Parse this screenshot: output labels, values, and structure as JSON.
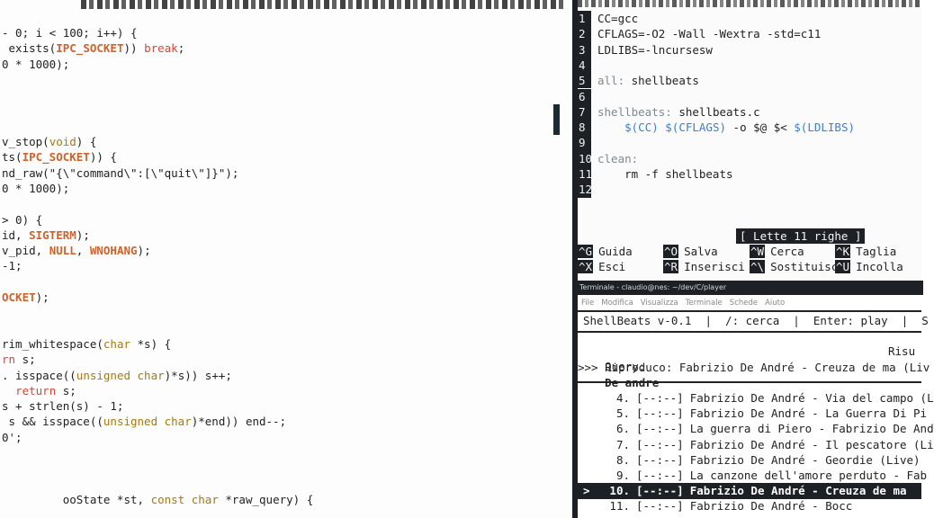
{
  "editor": {
    "lines": [
      [
        {
          "t": "- 0; i < 100; i++) {"
        }
      ],
      [
        {
          "t": " exists("
        },
        {
          "t": "IPC_SOCKET",
          "c": "m"
        },
        {
          "t": ")) "
        },
        {
          "t": "break",
          "c": "k"
        },
        {
          "t": ";"
        }
      ],
      [
        {
          "t": "0 * 1000);"
        }
      ],
      [],
      [],
      [],
      [],
      [
        {
          "t": "v_stop("
        },
        {
          "t": "void",
          "c": "t"
        },
        {
          "t": ") {"
        }
      ],
      [
        {
          "t": "ts("
        },
        {
          "t": "IPC_SOCKET",
          "c": "m"
        },
        {
          "t": ")) {"
        }
      ],
      [
        {
          "t": "nd_raw(\"{\\\"command\\\":[\\\"quit\\\"]}\");"
        }
      ],
      [
        {
          "t": "0 * 1000);"
        }
      ],
      [],
      [
        {
          "t": "> 0) {"
        }
      ],
      [
        {
          "t": "id, "
        },
        {
          "t": "SIGTERM",
          "c": "m"
        },
        {
          "t": ");"
        }
      ],
      [
        {
          "t": "v_pid, "
        },
        {
          "t": "NULL",
          "c": "m"
        },
        {
          "t": ", "
        },
        {
          "t": "WNOHANG",
          "c": "m"
        },
        {
          "t": ");"
        }
      ],
      [
        {
          "t": "-1;"
        }
      ],
      [],
      [
        {
          "t": "OCKET",
          "c": "m"
        },
        {
          "t": ");"
        }
      ],
      [],
      [],
      [
        {
          "t": "rim_whitespace("
        },
        {
          "t": "char",
          "c": "t"
        },
        {
          "t": " *s) {"
        }
      ],
      [
        {
          "t": "rn",
          "c": "k"
        },
        {
          "t": " s;"
        }
      ],
      [
        {
          "t": ". isspace(("
        },
        {
          "t": "unsigned char",
          "c": "t"
        },
        {
          "t": ")*s)) s++;"
        }
      ],
      [
        {
          "t": "  "
        },
        {
          "t": "return",
          "c": "k"
        },
        {
          "t": " s;"
        }
      ],
      [
        {
          "t": "s + strlen(s) - 1;"
        }
      ],
      [
        {
          "t": " s && isspace(("
        },
        {
          "t": "unsigned char",
          "c": "t"
        },
        {
          "t": ")*end)) end--;"
        }
      ],
      [
        {
          "t": "0';"
        }
      ],
      [],
      [],
      [],
      [
        {
          "t": "         ooState *st, "
        },
        {
          "t": "const",
          "c": "t"
        },
        {
          "t": " "
        },
        {
          "t": "char",
          "c": "t"
        },
        {
          "t": " *raw_query) {"
        }
      ]
    ]
  },
  "nano": {
    "lines": [
      {
        "n": "1",
        "parts": [
          {
            "t": "CC=gcc"
          }
        ]
      },
      {
        "n": "2",
        "parts": [
          {
            "t": "CFLAGS=-O2 -Wall -Wextra -std=c11"
          }
        ]
      },
      {
        "n": "3",
        "parts": [
          {
            "t": "LDLIBS=-lncursesw"
          }
        ]
      },
      {
        "n": "4",
        "parts": []
      },
      {
        "n": "5",
        "parts": [
          {
            "t": "all:",
            "c": "nkey"
          },
          {
            "t": " shellbeats"
          }
        ]
      },
      {
        "n": "6",
        "parts": []
      },
      {
        "n": "7",
        "parts": [
          {
            "t": "shellbeats:",
            "c": "nkey"
          },
          {
            "t": " shellbeats.c"
          }
        ]
      },
      {
        "n": "8",
        "parts": [
          {
            "t": "    "
          },
          {
            "t": "$(CC)",
            "c": "nvar"
          },
          {
            "t": " "
          },
          {
            "t": "$(CFLAGS)",
            "c": "nvar"
          },
          {
            "t": " -o $@ $< "
          },
          {
            "t": "$(LDLIBS)",
            "c": "nvar"
          }
        ]
      },
      {
        "n": "9",
        "parts": []
      },
      {
        "n": "10",
        "parts": [
          {
            "t": "clean:",
            "c": "nkey"
          }
        ]
      },
      {
        "n": "11",
        "parts": [
          {
            "t": "    rm -f shellbeats"
          }
        ]
      },
      {
        "n": "12",
        "parts": []
      }
    ],
    "status": "[ Lette 11 righe ]",
    "shortcuts": [
      {
        "key": "^G",
        "label": "Guida"
      },
      {
        "key": "^O",
        "label": "Salva"
      },
      {
        "key": "^W",
        "label": "Cerca"
      },
      {
        "key": "^K",
        "label": "Taglia"
      },
      {
        "key": "^X",
        "label": "Esci"
      },
      {
        "key": "^R",
        "label": "Inserisci"
      },
      {
        "key": "^\\",
        "label": "Sostituisc"
      },
      {
        "key": "^U",
        "label": "Incolla"
      }
    ]
  },
  "terminal": {
    "title": "Terminale - claudio@nes: ~/dev/C/player",
    "menu": [
      "File",
      "Modifica",
      "Visualizza",
      "Terminale",
      "Schede",
      "Aiuto"
    ],
    "header": "ShellBeats v-0.1  |  /: cerca  |  Enter: play  |  S",
    "query_label": "Query:",
    "query_value": "De andre",
    "results_label": "Risu",
    "now_playing": ">>> Riproduco: Fabrizio De André - Creuza de ma (Liv",
    "tracks": [
      {
        "num": "4.",
        "dur": "[--:--]",
        "title": "Fabrizio De André - Via del campo (L"
      },
      {
        "num": "5.",
        "dur": "[--:--]",
        "title": "Fabrizio De André - La Guerra Di Pi"
      },
      {
        "num": "6.",
        "dur": "[--:--]",
        "title": "La guerra di Piero - Fabrizio De And"
      },
      {
        "num": "7.",
        "dur": "[--:--]",
        "title": "Fabrizio De André - Il pescatore (Li"
      },
      {
        "num": "8.",
        "dur": "[--:--]",
        "title": "Fabrizio De André - Geordie (Live)"
      },
      {
        "num": "9.",
        "dur": "[--:--]",
        "title": "La canzone dell'amore perduto - Fab"
      },
      {
        "num": "10.",
        "dur": "[--:--]",
        "title": "Fabrizio De André - Creuza de ma",
        "selected": true,
        "marker": ">"
      },
      {
        "num": "11.",
        "dur": "[--:--]",
        "title": "Fabrizio De André - Bocc"
      }
    ]
  }
}
